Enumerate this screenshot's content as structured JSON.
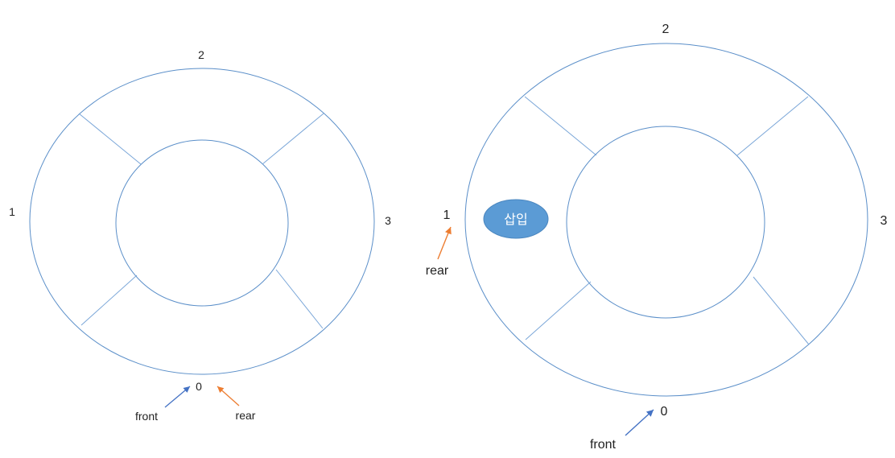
{
  "colors": {
    "ring": "#5b8fc9",
    "divider": "#7aa6d8",
    "front_arrow": "#4472c4",
    "rear_arrow": "#ed7d31",
    "badge_fill": "#5b9bd5"
  },
  "left_queue": {
    "indices": {
      "i0": "0",
      "i1": "1",
      "i2": "2",
      "i3": "3"
    },
    "front_label": "front",
    "rear_label": "rear"
  },
  "right_queue": {
    "indices": {
      "i0": "0",
      "i1": "1",
      "i2": "2",
      "i3": "3"
    },
    "front_label": "front",
    "rear_label": "rear",
    "action_label": "삽입"
  }
}
